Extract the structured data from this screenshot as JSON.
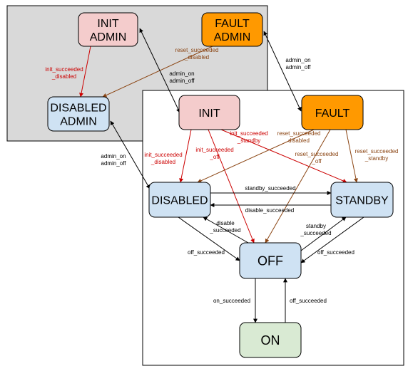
{
  "colors": {
    "admin_panel": "#d9d9d9",
    "pink": "#f4cccc",
    "orange": "#ff9900",
    "blue": "#cfe2f3",
    "green": "#d9ead3",
    "black": "#000000",
    "red": "#cc0000",
    "brown": "#8b4513"
  },
  "states": {
    "init_admin": [
      "INIT",
      "ADMIN"
    ],
    "fault_admin": [
      "FAULT",
      "ADMIN"
    ],
    "disabled_admin": [
      "DISABLED",
      "ADMIN"
    ],
    "init": [
      "INIT"
    ],
    "fault": [
      "FAULT"
    ],
    "disabled": [
      "DISABLED"
    ],
    "standby": [
      "STANDBY"
    ],
    "off": [
      "OFF"
    ],
    "on": [
      "ON"
    ]
  },
  "labels": {
    "init_succeeded_disabled_admin": [
      "init_succeeded",
      "_disabled"
    ],
    "reset_succeeded_disabled_admin": [
      "reset_succeeded",
      "_disabled"
    ],
    "admin_on_off_init": [
      "admin_on",
      "admin_off"
    ],
    "admin_on_off_fault": [
      "admin_on",
      "admin_off"
    ],
    "admin_on_off_disabled": [
      "admin_on",
      "admin_off"
    ],
    "init_succeeded_standby": [
      "init_succeeded",
      "_standby"
    ],
    "reset_succeeded_disabled": [
      "reset_succeeded",
      "disabled"
    ],
    "init_succeeded_disabled": [
      "init_succeeded",
      "_disabled"
    ],
    "init_succeeded_off": [
      "init_succeeded",
      "_off"
    ],
    "reset_succeeded_off": [
      "reset_succeeded",
      "_off"
    ],
    "reset_succeeded_standby": [
      "reset_succeeded",
      "_standby"
    ],
    "standby_succeeded": [
      "standby_succeeded"
    ],
    "disable_succeeded_top": [
      "disable_succeeded"
    ],
    "disable_succeeded_diag": [
      "disable",
      "_succeeded"
    ],
    "standby_succeeded_diag": [
      "standby",
      "_succeeded"
    ],
    "off_succeeded_left": [
      "off_succeeded"
    ],
    "off_succeeded_right": [
      "off_succeeded"
    ],
    "on_succeeded": [
      "on_succeeded"
    ],
    "off_succeeded_up": [
      "off_succeeded"
    ]
  }
}
